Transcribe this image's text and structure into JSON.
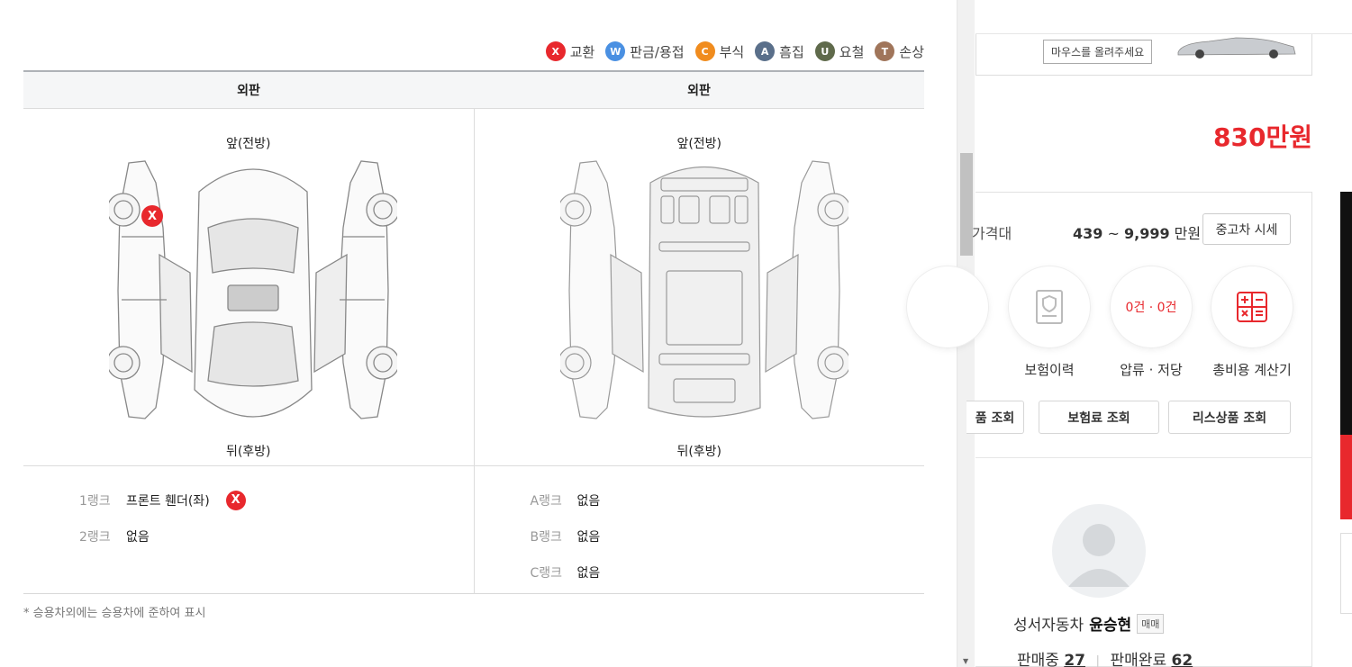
{
  "legend": [
    {
      "code": "X",
      "label": "교환",
      "color": "#e8282d"
    },
    {
      "code": "W",
      "label": "판금/용접",
      "color": "#4a90e2"
    },
    {
      "code": "C",
      "label": "부식",
      "color": "#f08c1e"
    },
    {
      "code": "A",
      "label": "흠집",
      "color": "#5a6f8a"
    },
    {
      "code": "U",
      "label": "요철",
      "color": "#5f6a4b"
    },
    {
      "code": "T",
      "label": "손상",
      "color": "#a0755a"
    }
  ],
  "table": {
    "headers": [
      "외판",
      "외판"
    ],
    "front_label": "앞(전방)",
    "rear_label": "뒤(후방)",
    "left_ranks": [
      {
        "label": "1랭크",
        "value": "프론트 휀더(좌)",
        "mark": "X"
      },
      {
        "label": "2랭크",
        "value": "없음"
      }
    ],
    "right_ranks": [
      {
        "label": "A랭크",
        "value": "없음"
      },
      {
        "label": "B랭크",
        "value": "없음"
      },
      {
        "label": "C랭크",
        "value": "없음"
      }
    ],
    "damage_mark": "X"
  },
  "note": "*  승용차외에는 승용차에 준하여 표시",
  "right": {
    "mouse_tag": "마우스를 올려주세요",
    "price": "830만원",
    "range_label": "가격대",
    "range_low": "439",
    "range_sep": " ~ ",
    "range_high": "9,999",
    "range_unit": " 만원",
    "market_btn": "중고차 시세",
    "icons": [
      {
        "caption": "보험이력"
      },
      {
        "caption": "압류 · 저당",
        "value": "0건 · 0건"
      },
      {
        "caption": "총비용 계산기"
      }
    ],
    "buttons": [
      "품 조회",
      "보험료 조회",
      "리스상품 조회"
    ],
    "seller_company": "성서자동차",
    "seller_name": "윤승현",
    "seller_tag": "매매",
    "selling_label": "판매중",
    "selling_count": "27",
    "sold_label": "판매완료",
    "sold_count": "62"
  }
}
